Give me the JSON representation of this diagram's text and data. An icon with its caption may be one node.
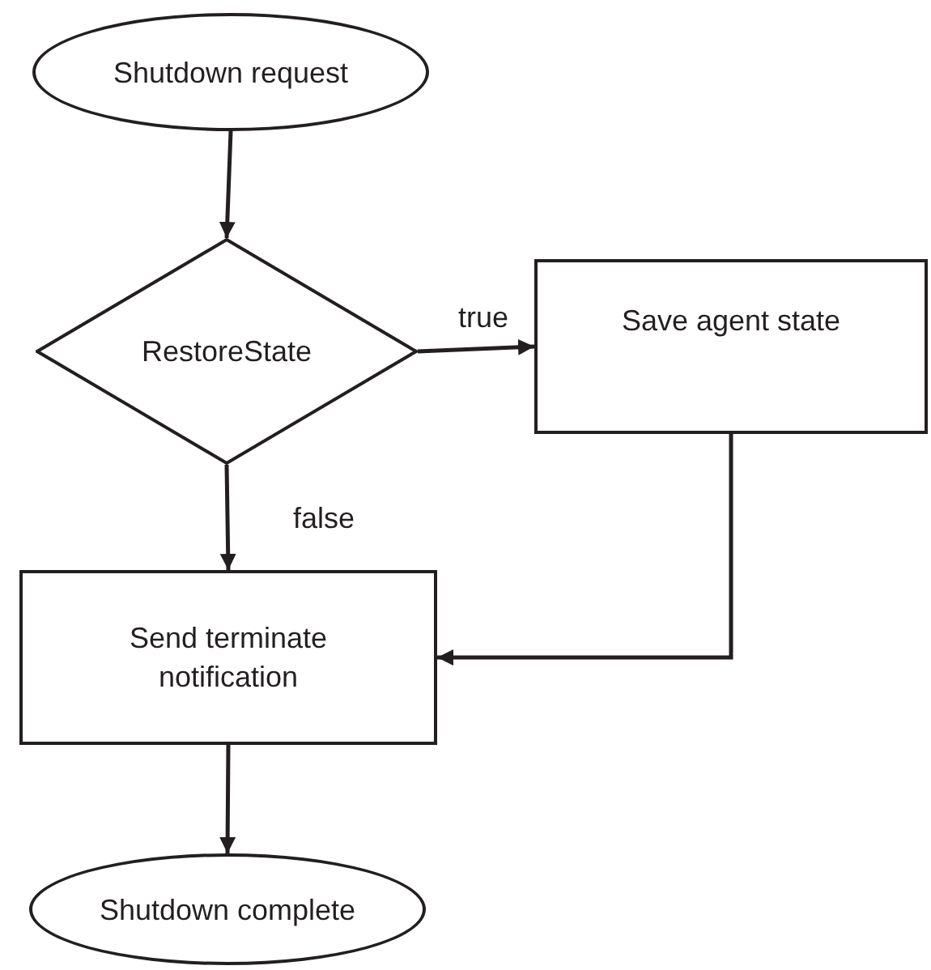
{
  "diagram": {
    "nodes": [
      {
        "text": [
          "Shutdown request"
        ]
      },
      {
        "text": [
          "RestoreState"
        ]
      },
      {
        "text": [
          "Save agent state"
        ]
      },
      {
        "text": [
          "Send terminate notification"
        ]
      },
      {
        "text": [
          "Shutdown complete"
        ]
      }
    ],
    "edges": [
      {
        "from": 0,
        "to": 1,
        "arrow": "to"
      },
      {
        "from": 1,
        "to": 2,
        "arrow": "to",
        "label": "true"
      },
      {
        "from": 1,
        "to": 3,
        "arrow": "to",
        "label": "false"
      },
      {
        "from": 2,
        "to": 3,
        "arrow": "to"
      },
      {
        "from": 3,
        "to": 4,
        "arrow": "to"
      }
    ]
  }
}
